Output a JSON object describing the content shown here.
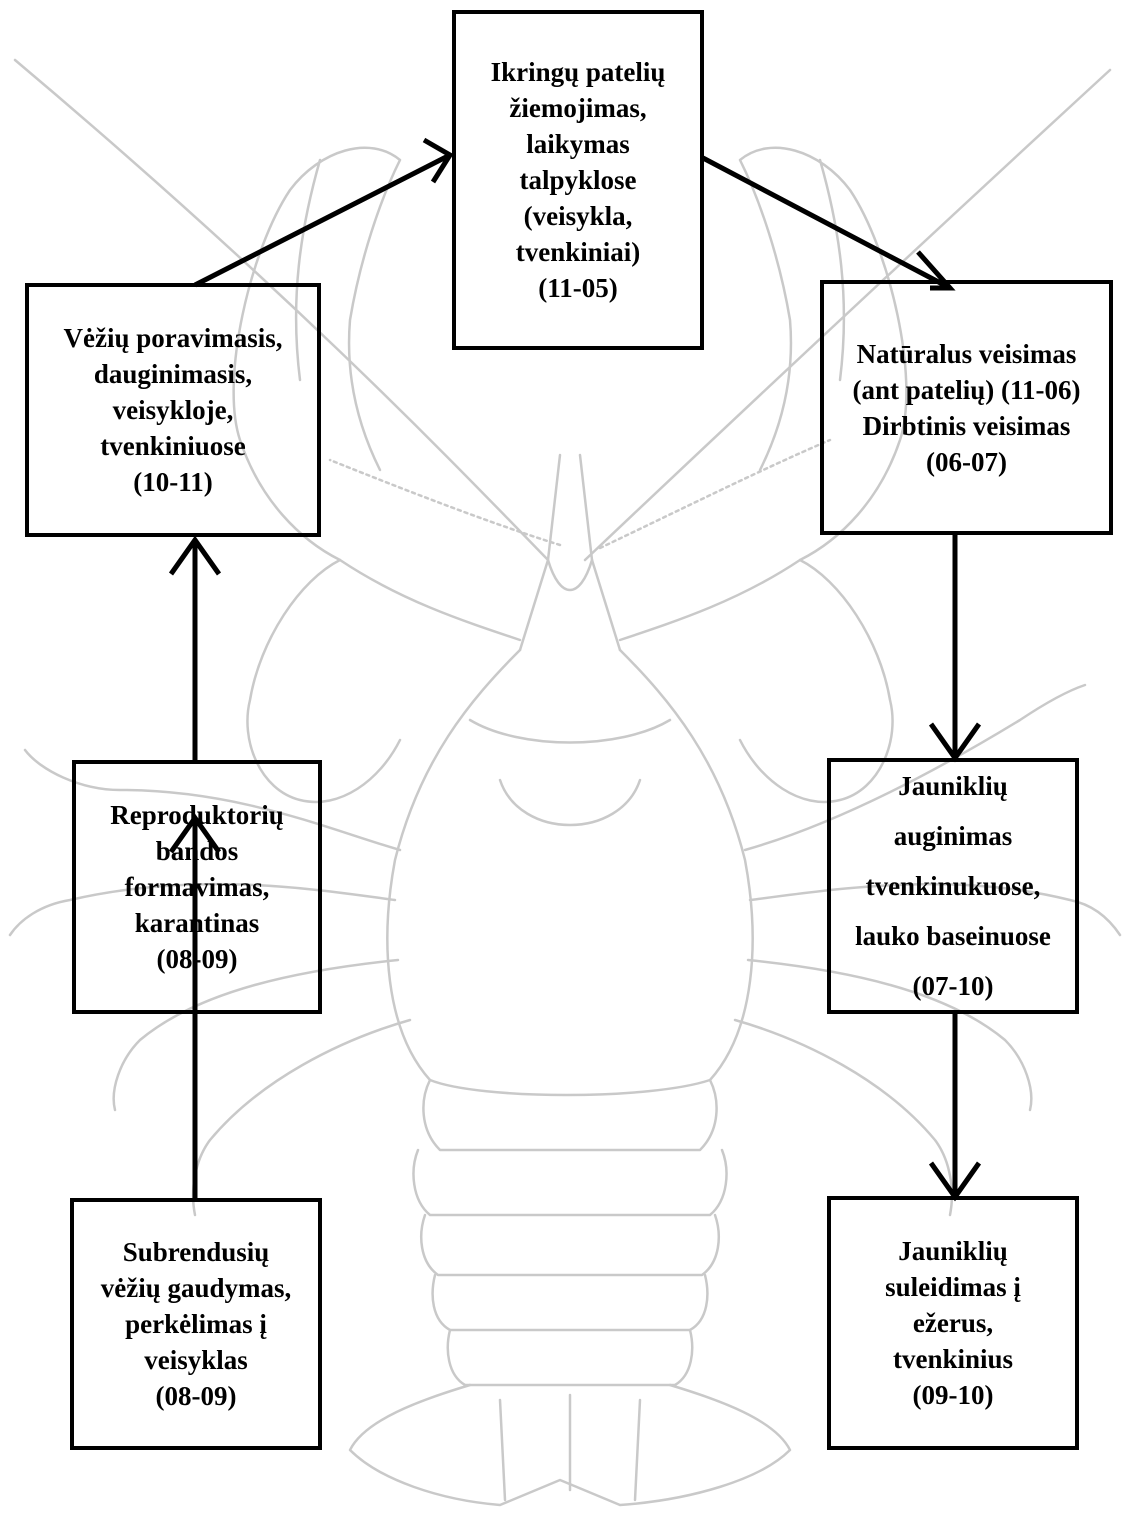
{
  "colors": {
    "box_border": "#000000",
    "arrow": "#000000",
    "crayfish_outline": "#c9c9c9"
  },
  "background_image": "crayfish-line-drawing",
  "boxes": {
    "top": "Ikringų patelių\nžiemojimas,\nlaikymas\ntalpyklose\n(veisykla,\ntvenkiniai)\n(11-05)",
    "left_upper": "Vėžių poravimasis,\ndauginimasis,\nveisykloje,\ntvenkiniuose\n(10-11)",
    "left_middle": "Reproduktorių\nbandos\nformavimas,\nkarantinas\n(08-09)",
    "left_bottom": "Subrendusių\nvėžių gaudymas,\nperkėlimas į\nveisyklas\n(08-09)",
    "right_upper": "Natūralus veisimas\n(ant patelių) (11-06)\nDirbtinis veisimas\n(06-07)",
    "right_middle": "Jauniklių\nauginimas\ntvenkinukuose,\nlauko baseinuose\n(07-10)",
    "right_bottom": "Jauniklių\nsuleidimas į\nežerus,\ntvenkinius\n(09-10)"
  }
}
